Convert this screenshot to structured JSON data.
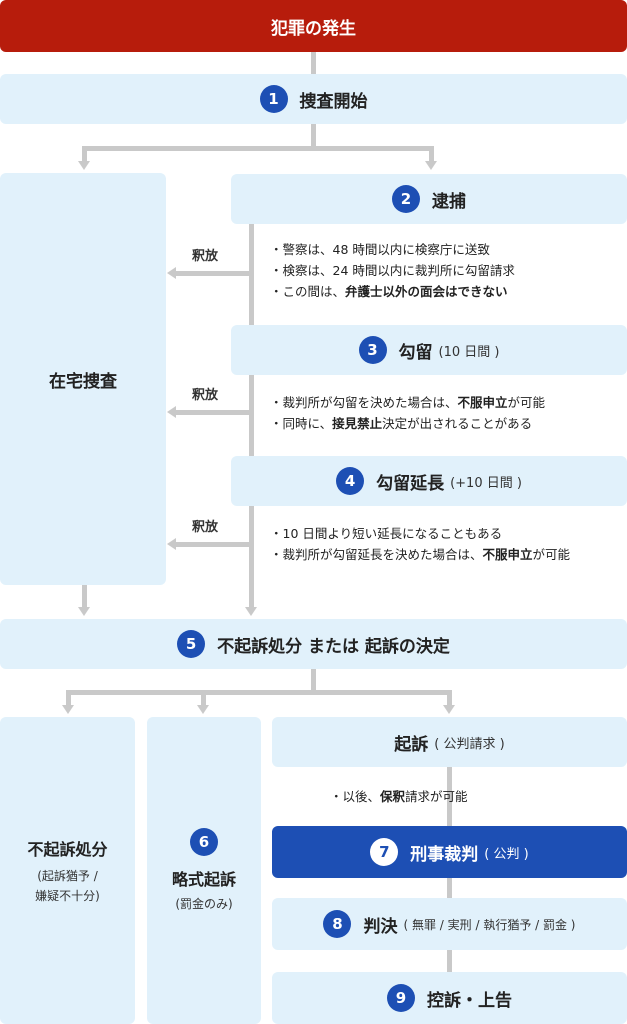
{
  "header": "犯罪の発生",
  "step1": {
    "num": "1",
    "title": "捜査開始"
  },
  "zaitaku": "在宅捜査",
  "step2": {
    "num": "2",
    "title": "逮捕"
  },
  "release_label": "釈放",
  "notes2": [
    {
      "pre": "・警察は、48 時間以内に検察庁に送致",
      "bold": "",
      "post": ""
    },
    {
      "pre": "・検察は、24 時間以内に裁判所に勾留請求",
      "bold": "",
      "post": ""
    },
    {
      "pre": "・この間は、",
      "bold": "弁護士以外の面会はできない",
      "post": ""
    }
  ],
  "step3": {
    "num": "3",
    "title": "勾留",
    "sub": "(10 日間 )"
  },
  "notes3": [
    {
      "pre": "・裁判所が勾留を決めた場合は、",
      "bold": "不服申立",
      "post": "が可能"
    },
    {
      "pre": "・同時に、",
      "bold": "接見禁止",
      "post": "決定が出されることがある"
    }
  ],
  "step4": {
    "num": "4",
    "title": "勾留延長",
    "sub": "(+10 日間 )"
  },
  "notes4": [
    {
      "pre": "・10 日間より短い延長になることもある",
      "bold": "",
      "post": ""
    },
    {
      "pre": "・裁判所が勾留延長を決めた場合は、",
      "bold": "不服申立",
      "post": "が可能"
    }
  ],
  "step5": {
    "num": "5",
    "title": "不起訴処分 または 起訴の決定"
  },
  "fukiso": {
    "title": "不起訴処分",
    "sub1": "(起訴猶予 /",
    "sub2": "嫌疑不十分)"
  },
  "step6": {
    "num": "6",
    "title": "略式起訴",
    "sub": "(罰金のみ)"
  },
  "kiso": {
    "title": "起訴",
    "sub": "( 公判請求 )"
  },
  "note_kiso": {
    "pre": "・以後、",
    "bold": "保釈",
    "post": "請求が可能"
  },
  "step7": {
    "num": "7",
    "title": "刑事裁判",
    "sub": "( 公判 )"
  },
  "step8": {
    "num": "8",
    "title": "判決",
    "sub": "( 無罪 / 実刑 / 執行猶予 / 罰金 )"
  },
  "step9": {
    "num": "9",
    "title": "控訴・上告"
  }
}
